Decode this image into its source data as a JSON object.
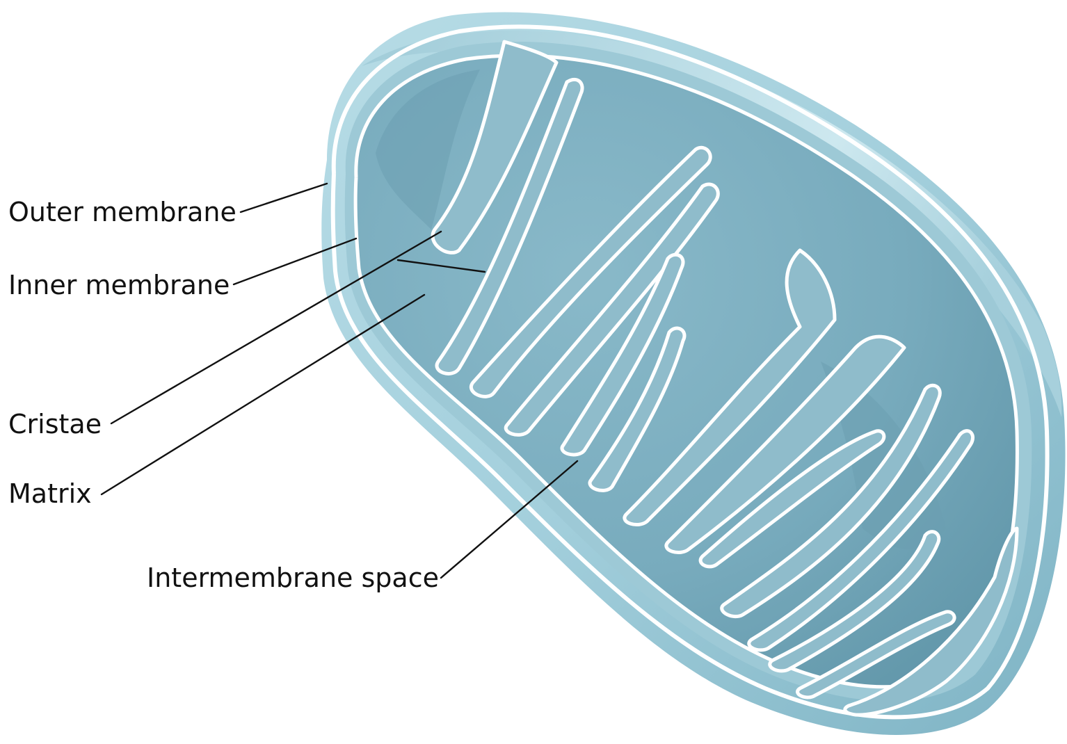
{
  "diagram": {
    "subject": "mitochondrion-cutaway",
    "colors": {
      "outer_body": "#a9d3df",
      "rim_light": "#c9e6ee",
      "matrix": "#7fb0c1",
      "matrix_dark": "#5f93a6",
      "membrane_line": "#ffffff",
      "label_text": "#111111"
    },
    "labels": {
      "outer_membrane": "Outer membrane",
      "inner_membrane": "Inner membrane",
      "cristae": "Cristae",
      "matrix": "Matrix",
      "intermembrane_space": "Intermembrane space"
    }
  }
}
